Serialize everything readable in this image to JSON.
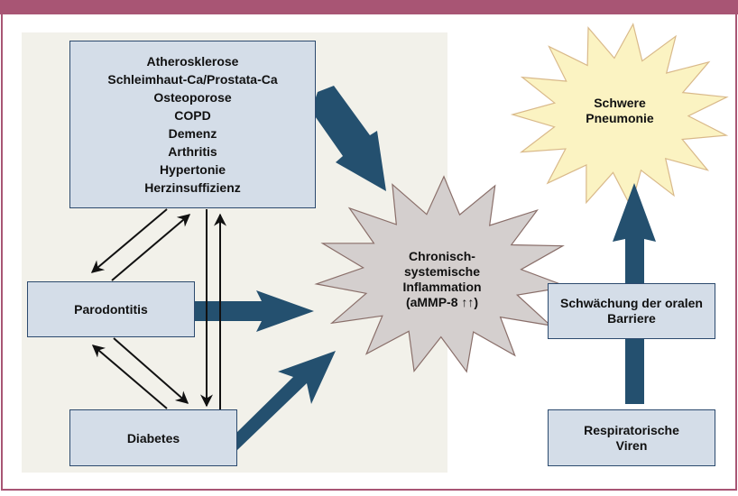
{
  "colors": {
    "frame": "#a85574",
    "panel_bg": "#f2f1ea",
    "box_fill": "#d4dde8",
    "box_border": "#2c4a6e",
    "big_arrow": "#24506f",
    "inflammation_fill": "#d4cfce",
    "pneumonia_fill": "#fbf3c2"
  },
  "diseases_box": {
    "items": [
      "Atherosklerose",
      "Schleimhaut-Ca/Prostata-Ca",
      "Osteoporose",
      "COPD",
      "Demenz",
      "Arthritis",
      "Hypertonie",
      "Herzinsuffizienz"
    ]
  },
  "parodontitis_box": {
    "label": "Parodontitis"
  },
  "diabetes_box": {
    "label": "Diabetes"
  },
  "inflammation_burst": {
    "lines": [
      "Chronisch-",
      "systemische",
      "Inflammation",
      "(aMMP-8 ↑↑)"
    ]
  },
  "pneumonia_burst": {
    "lines": [
      "Schwere",
      "Pneumonie"
    ]
  },
  "barrier_box": {
    "lines": [
      "Schwächung der oralen",
      "Barriere"
    ]
  },
  "viruses_box": {
    "lines": [
      "Respiratorische",
      "Viren"
    ]
  }
}
